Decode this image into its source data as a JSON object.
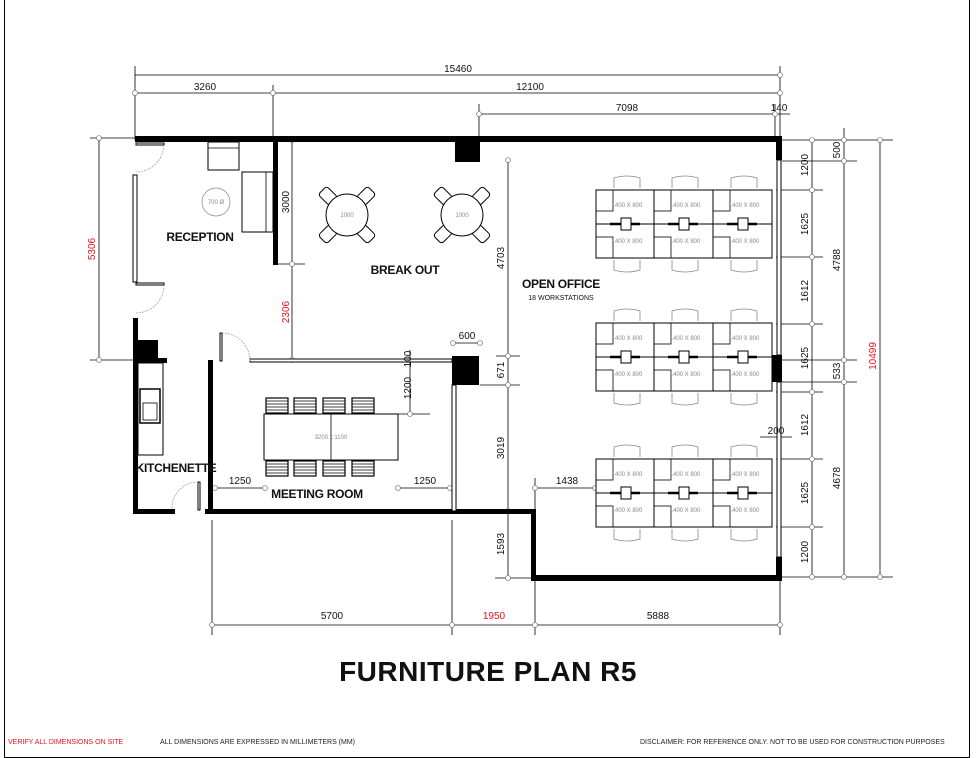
{
  "title": "FURNITURE PLAN R5",
  "rooms": {
    "reception": "RECEPTION",
    "break_out": "BREAK OUT",
    "open_office": "OPEN OFFICE",
    "open_office_sub": "18 WORKSTATIONS",
    "meeting_room": "MEETING ROOM",
    "kitchenette": "KITCHENETTE"
  },
  "furniture": {
    "reception_table": "700 Ø",
    "breakout_table": "1000",
    "workstation": "1400 X 800",
    "meeting_table": "3200 x 1100"
  },
  "dimensions": {
    "overall_width": "15460",
    "width_12100": "12100",
    "width_3260": "3260",
    "width_7098": "7098",
    "width_140": "140",
    "left_5306": "5306",
    "reception_3000": "3000",
    "red_2306": "2306",
    "right_col1": [
      "1200",
      "1625",
      "1612",
      "1625",
      "1612",
      "1625",
      "1200"
    ],
    "right_col2": [
      "500",
      "4788",
      "533",
      "4678"
    ],
    "overall_height": "10499",
    "bottom_5700": "5700",
    "bottom_1950": "1950",
    "bottom_5888": "5888",
    "d600": "600",
    "d671": "671",
    "d3019": "3019",
    "d1593": "1593",
    "d4703": "4703",
    "d1438": "1438",
    "d1250_left": "1250",
    "d1250_right": "1250",
    "d1200": "1200",
    "d100": "100",
    "d200": "200"
  },
  "footer": {
    "verify": "VERIFY ALL DIMENSIONS ON SITE",
    "units": "ALL DIMENSIONS ARE EXPRESSED IN MILLIMETERS (MM)",
    "disclaimer": "DISCLAIMER: FOR REFERENCE ONLY. NOT TO BE USED FOR CONSTRUCTION PURPOSES"
  },
  "colors": {
    "accent_red": "#e8101a"
  }
}
